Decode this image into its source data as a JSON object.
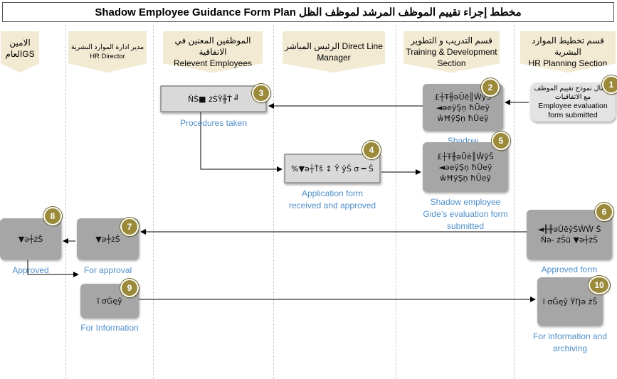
{
  "title": "Shadow Employee Guidance Form Plan مخطط إجراء تقييم الموظف المرشد لموظف الظل",
  "lanes": [
    {
      "line1": "الامين العامGS",
      "line2": ""
    },
    {
      "line1": "مدير ادارة الموارد البشرية",
      "line2": "HR Director"
    },
    {
      "line1": "الموظفين المعنين في الاتفاقية",
      "line2": "Relevent Employees"
    },
    {
      "line1": "الرئيس المباشر Direct Line",
      "line2": "Manager"
    },
    {
      "line1": "قسم التدريب و التطوير",
      "line2": "Training & Development Section"
    },
    {
      "line1": "قسم تخطيط الموارد البشرية",
      "line2": "HR Planning Section"
    }
  ],
  "nodes": {
    "n1": {
      "num": "1",
      "text_ar": "ارسال نموذج تقييم الموظف مع الاتفاقيات",
      "text_en": "Employee evaluation form submitted"
    },
    "n2": {
      "num": "2",
      "text": "£┼Ŧ╫ǝŪē║ŴŷŜ ◄ǝeÿŞņ ħŨeÿ ŵĦÿŞņ ħŨeÿ",
      "label": "Shadow"
    },
    "n3": {
      "num": "3",
      "text": "ŇŜ■ żŚŸ╫Ť ╝",
      "label": "Procedures taken"
    },
    "n4": {
      "num": "4",
      "text": "%▼ǝ┼Ťŝ ↕ Ŷ ŷŜ σ ━ Ŝ",
      "label": "Application form received and approved"
    },
    "n5": {
      "num": "5",
      "text": "£┼Ŧ╫ǝŪē║ŴŷŜ ◄ǝeÿŞņ ħŨeÿ ŵĦÿŞņ ħŨeÿ",
      "label": "Shadow employee Gide’s evaluation form submitted"
    },
    "n6": {
      "num": "6",
      "text": "◄╫╫ǝŪēŷŚŴŴ Ŝ Ňǝ- żŜũ ▼ǝ┼żŜ",
      "label": "Approved form"
    },
    "n7": {
      "num": "7",
      "text": "▼ǝ┼żŜ",
      "label": "For approval"
    },
    "n8": {
      "num": "8",
      "text": "▼ǝ┼żŜ",
      "label": "Approved"
    },
    "n9": {
      "num": "9",
      "text": "ĩ σĠęŷ",
      "label": "For Information"
    },
    "n10": {
      "num": "10",
      "text": "ĩ σĠęŷ ŸŊǝ żŜ",
      "label": "For information and archiving"
    }
  }
}
